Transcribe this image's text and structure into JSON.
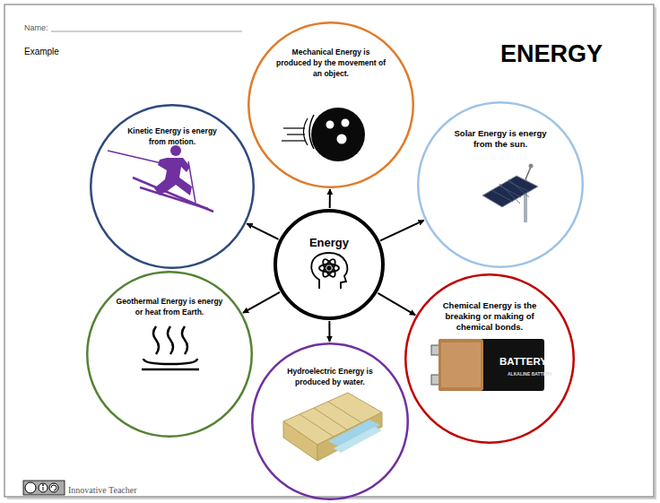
{
  "diagram": {
    "title": "ENERGY",
    "nodes": [
      {
        "text": [
          "Energy"
        ]
      },
      {
        "text": [
          "Mechanical Energy is produced by the movement of an object."
        ]
      },
      {
        "text": [
          "Kinetic Energy is energy from motion."
        ]
      },
      {
        "text": [
          "Solar Energy is energy from the sun."
        ]
      },
      {
        "text": [
          "Geothermal Energy is energy or heat from Earth."
        ]
      },
      {
        "text": [
          "Chemical Energy is the breaking or making of chemical bonds."
        ]
      },
      {
        "text": [
          "Hydroelectric Energy is produced by water."
        ]
      }
    ],
    "edges": [
      {
        "from": 0,
        "to": 1,
        "arrow": "to"
      },
      {
        "from": 0,
        "to": 2,
        "arrow": "to"
      },
      {
        "from": 0,
        "to": 3,
        "arrow": "to"
      },
      {
        "from": 0,
        "to": 4,
        "arrow": "to"
      },
      {
        "from": 0,
        "to": 5,
        "arrow": "to"
      },
      {
        "from": 0,
        "to": 6,
        "arrow": "to"
      }
    ],
    "labels": [
      "Name:",
      "Example",
      "BATTERY",
      "ALKALINE BATTERY",
      "Innovative Teacher"
    ]
  }
}
